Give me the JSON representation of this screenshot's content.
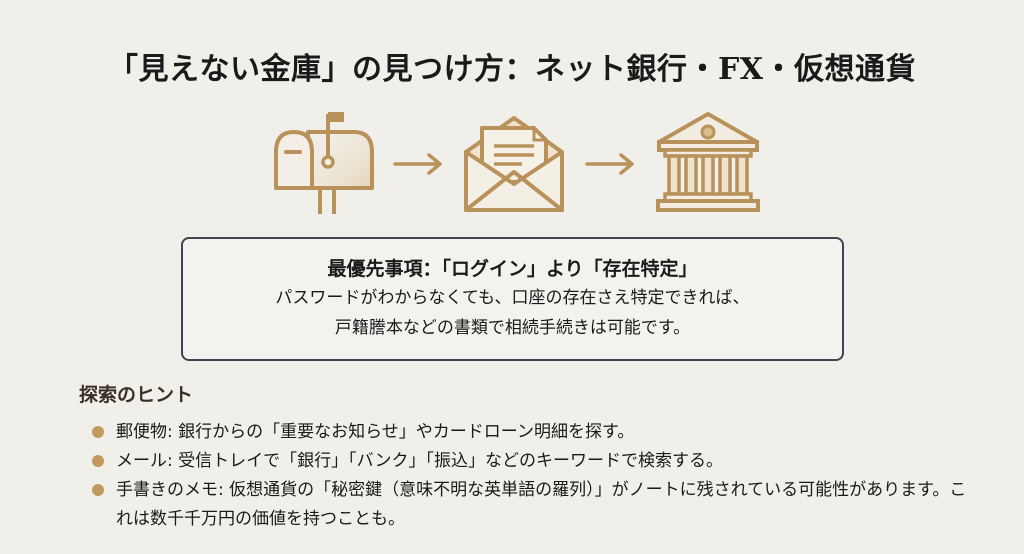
{
  "title": "「見えない金庫」の見つけ方：ネット銀行・FX・仮想通貨",
  "flow": {
    "steps": [
      {
        "icon": "mailbox-icon",
        "label": "郵便物"
      },
      {
        "icon": "open-envelope-icon",
        "label": "メール"
      },
      {
        "icon": "bank-icon",
        "label": "銀行"
      }
    ],
    "arrow": "→",
    "accent_color": "#b8925a"
  },
  "callout": {
    "title": "最優先事項：「ログイン」より「存在特定」",
    "lines": [
      "パスワードがわからなくても、口座の存在さえ特定できれば、",
      "戸籍謄本などの書類で相続手続きは可能です。"
    ],
    "border_color": "#3d4650"
  },
  "hints": {
    "title": "探索のヒント",
    "bullet_color": "#c29a5e",
    "items": [
      {
        "text": "郵便物: 銀行からの「重要なお知らせ」やカードローン明細を探す。"
      },
      {
        "text": "メール: 受信トレイで「銀行」「バンク」「振込」などのキーワードで検索する。"
      },
      {
        "text": "手書きのメモ: 仮想通貨の「秘密鍵（意味不明な英単語の羅列）」がノートに残されている可能性があります。これは数千千万円の価値を持つことも。"
      }
    ]
  }
}
